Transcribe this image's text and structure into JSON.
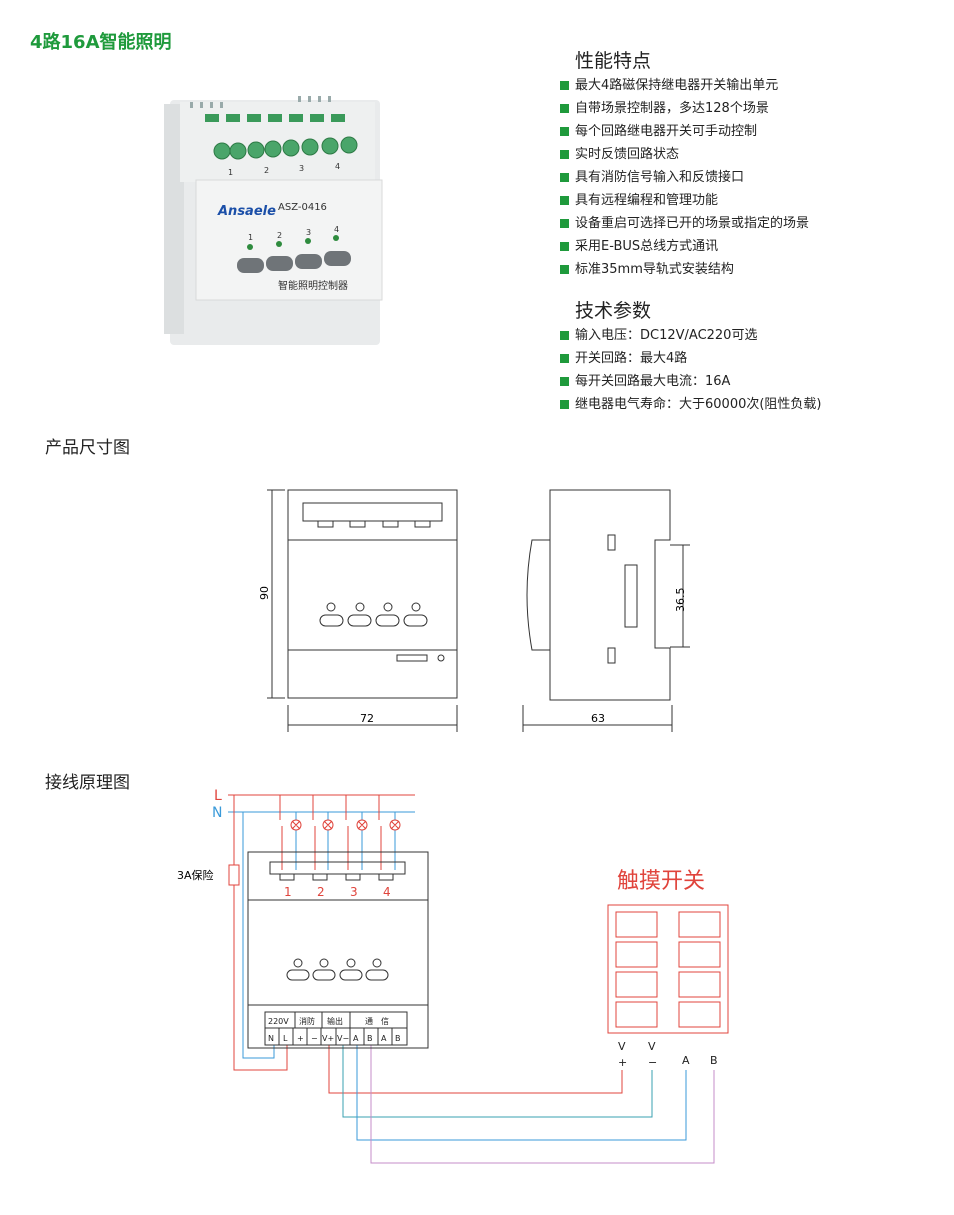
{
  "title": "4路16A智能照明",
  "product_photo": {
    "brand": "Ansaele",
    "model": "ASZ-0416",
    "channels": [
      "1",
      "2",
      "3",
      "4"
    ],
    "label": "智能照明控制器"
  },
  "features": {
    "heading": "性能特点",
    "items": [
      "最大4路磁保持继电器开关输出单元",
      "自带场景控制器，多达128个场景",
      "每个回路继电器开关可手动控制",
      "实时反馈回路状态",
      "具有消防信号输入和反馈接口",
      "具有远程编程和管理功能",
      "设备重启可选择已开的场景或指定的场景",
      "采用E-BUS总线方式通讯",
      "标准35mm导轨式安装结构"
    ]
  },
  "specs": {
    "heading": "技术参数",
    "items": [
      "输入电压：DC12V/AC220可选",
      "开关回路：最大4路",
      "每开关回路最大电流：16A",
      "继电器电气寿命：大于60000次(阻性负载)"
    ]
  },
  "dimensions": {
    "heading": "产品尺寸图",
    "height": "90",
    "width": "72",
    "depth": "63",
    "rail": "36.5"
  },
  "wiring": {
    "heading": "接线原理图",
    "line_L": "L",
    "line_N": "N",
    "fuse": "3A保险",
    "channels": [
      "1",
      "2",
      "3",
      "4"
    ],
    "terminal_groups": [
      "220V",
      "消防",
      "输出",
      "通　信"
    ],
    "terminals": [
      "N",
      "L",
      "+",
      "−",
      "V+",
      "V−",
      "A",
      "B",
      "A",
      "B"
    ],
    "touch_switch": {
      "title": "触摸开关",
      "pins_top": [
        "V",
        "V",
        "A",
        "B"
      ],
      "pins_bottom": [
        "+",
        "−"
      ]
    }
  },
  "colors": {
    "accent": "#1f9a3c",
    "live": "#e0443c",
    "neutral": "#3a9ad9",
    "purple": "#c58cc8",
    "teal": "#3aa0b0"
  }
}
